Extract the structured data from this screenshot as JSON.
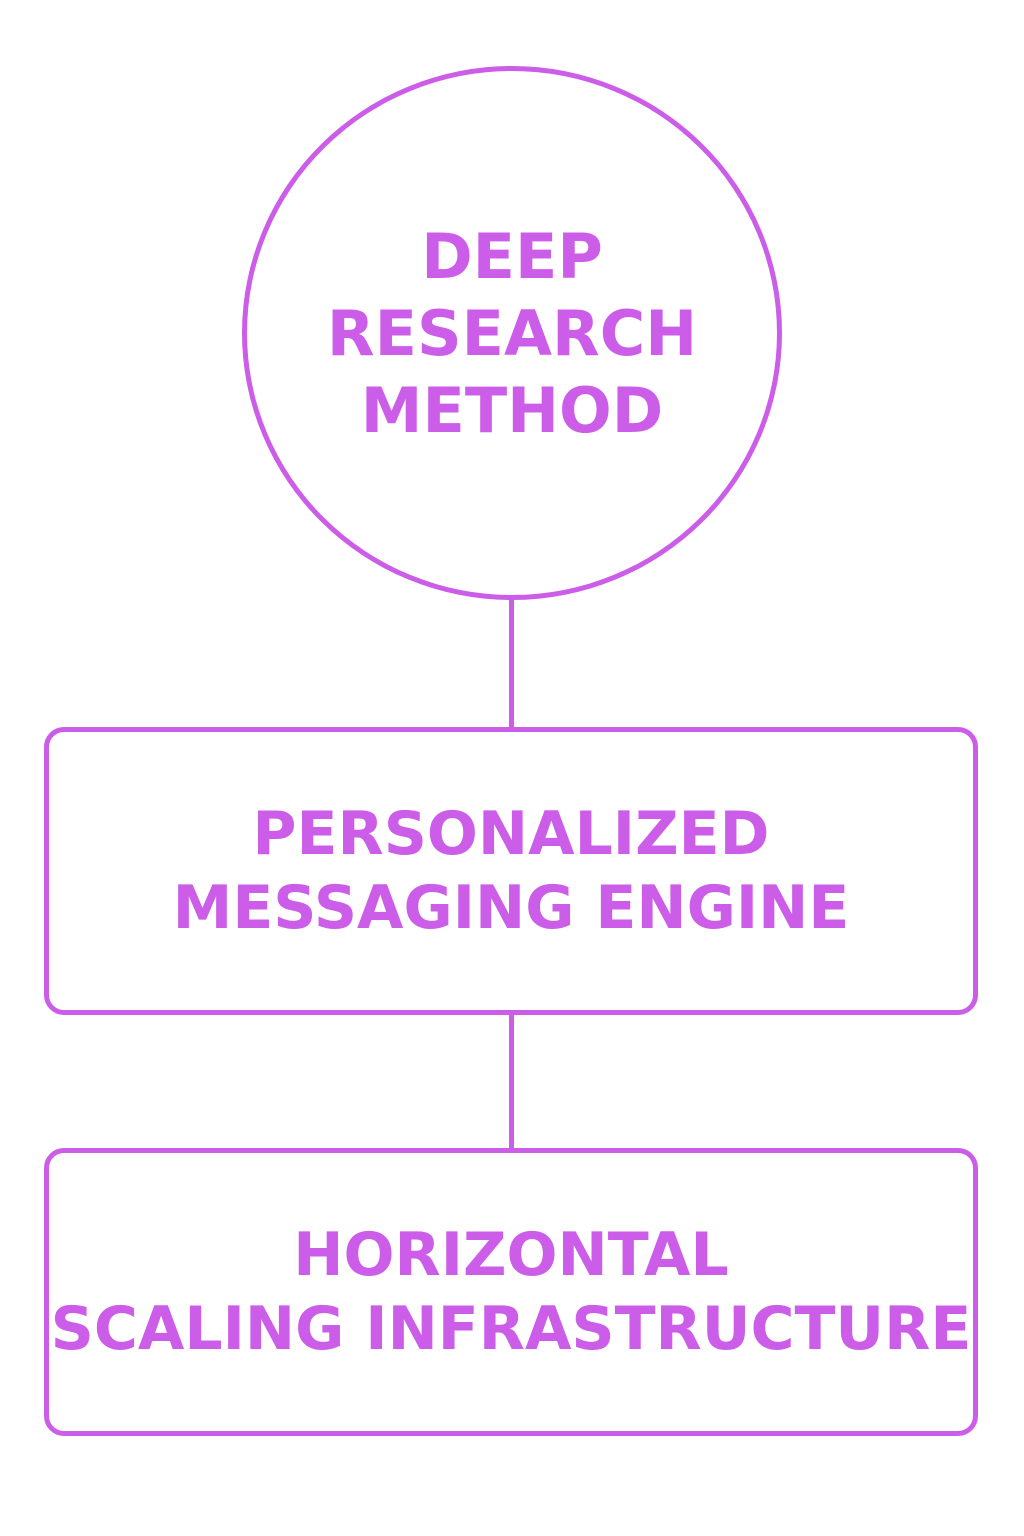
{
  "colors": {
    "accent": "#cc5de8"
  },
  "nodes": [
    {
      "lines": [
        "DEEP",
        "RESEARCH",
        "METHOD"
      ]
    },
    {
      "lines": [
        "PERSONALIZED",
        "MESSAGING ENGINE"
      ]
    },
    {
      "lines": [
        "HORIZONTAL",
        "SCALING INFRASTRUCTURE"
      ]
    }
  ]
}
